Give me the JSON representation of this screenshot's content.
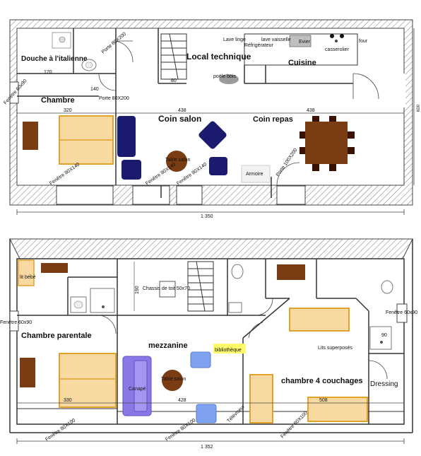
{
  "ground_floor": {
    "rooms": {
      "douche": "Douche à l'italienne",
      "chambre": "Chambre",
      "local_technique": "Local technique",
      "cuisine": "Cuisine",
      "coin_salon": "Coin salon",
      "coin_repas": "Coin repas"
    },
    "labels": {
      "porte_80x200_top": "Porte 80X200",
      "porte_80x200_mid": "Porte 80X200",
      "fenetre_60x90": "Fenêtre 60x90",
      "lave_linge": "Lave linge",
      "lave_vaisselle": "lave vaisselle",
      "refrigerateur": "Réfrigérateur",
      "evier": "Evier",
      "casserolier": "casserolier",
      "four": "four",
      "poele_bois": "poële bois",
      "table_salon": "Table salon",
      "armoire": "Armoire",
      "porte_100x200": "Porte 100X200",
      "fenetre_80x140_a": "Fenêtre 80X140",
      "fenetre_80x140_b": "Fenêtre 80X140",
      "fenetre_80x140_c": "Fenêtre 80X140"
    },
    "dims": {
      "d170": "170",
      "d140": "140",
      "d80": "80",
      "d320": "320",
      "d438a": "438",
      "d438b": "438",
      "total": "1 350",
      "right_edge": "600"
    }
  },
  "first_floor": {
    "rooms": {
      "chambre_parentale": "Chambre parentale",
      "mezzanine": "mezzanine",
      "chambre_4": "chambre 4 couchages",
      "dressing": "Dressing"
    },
    "labels": {
      "lit_bebe": "lit bébé",
      "chassis": "Chassis de toit 50x70",
      "bibliotheque": "bibliothèque",
      "canape": "Canapé",
      "table_salon": "Table salon",
      "televiseur": "Téléviseur",
      "lits_superposes": "Lits superposés",
      "fenetre_60x90_left": "Fenêtre 60x90",
      "fenetre_60x90_right": "Fenêtre 60x90",
      "fenetre_80x100_a": "Fenêtre 80X100",
      "fenetre_80x100_b": "Fenêtre 80X100",
      "fenetre_80x100_c": "Fenêtre 80X100"
    },
    "dims": {
      "d190": "190",
      "d330": "330",
      "d428": "428",
      "d508": "508",
      "d90": "90",
      "total": "1 352"
    }
  },
  "colors": {
    "bed": "#f8d9a2",
    "bed_border": "#e3a32a",
    "wood": "#7a3c12",
    "sofa_navy": "#1a1a6e",
    "sofa_purple": "#8a78e6",
    "chair_blue": "#7fa2f0",
    "bibliotheque_bg": "#fffb6a"
  }
}
